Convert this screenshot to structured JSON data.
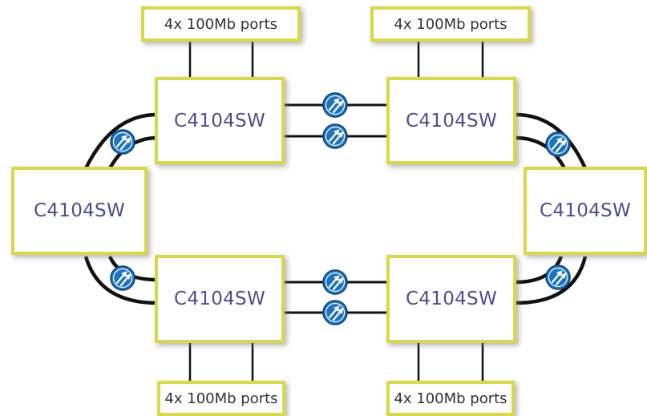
{
  "diagram": {
    "switches": [
      {
        "id": "top-left",
        "label": "C4104SW"
      },
      {
        "id": "top-right",
        "label": "C4104SW"
      },
      {
        "id": "left",
        "label": "C4104SW"
      },
      {
        "id": "right",
        "label": "C4104SW"
      },
      {
        "id": "bottom-left",
        "label": "C4104SW"
      },
      {
        "id": "bottom-right",
        "label": "C4104SW"
      }
    ],
    "port_groups": [
      {
        "id": "top-left",
        "label": "4x 100Mb ports"
      },
      {
        "id": "top-right",
        "label": "4x 100Mb ports"
      },
      {
        "id": "bottom-left",
        "label": "4x 100Mb ports"
      },
      {
        "id": "bottom-right",
        "label": "4x 100Mb ports"
      }
    ],
    "link_icon": "network-link-icon",
    "colors": {
      "box_border": "#d8d84a",
      "switch_text": "#4d4f8c",
      "link_icon_fill": "#1e73be",
      "cable": "#111111"
    }
  }
}
